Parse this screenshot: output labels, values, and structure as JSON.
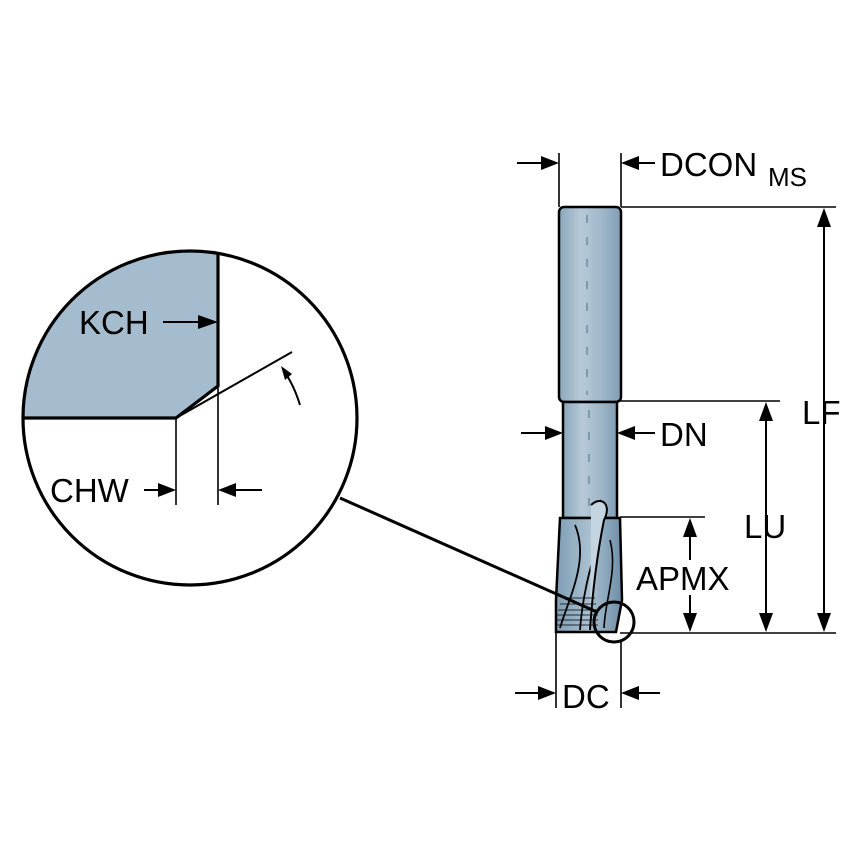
{
  "labels": {
    "dcon": "DCON",
    "dcon_sub": "MS",
    "lf": "LF",
    "dn": "DN",
    "lu": "LU",
    "apmx": "APMX",
    "dc": "DC",
    "kch": "KCH",
    "chw": "CHW"
  },
  "colors": {
    "tool_body": "#a4bccd",
    "tool_shade": "#7f9db4",
    "detail_fill": "#a4bccd",
    "line": "#000000"
  }
}
